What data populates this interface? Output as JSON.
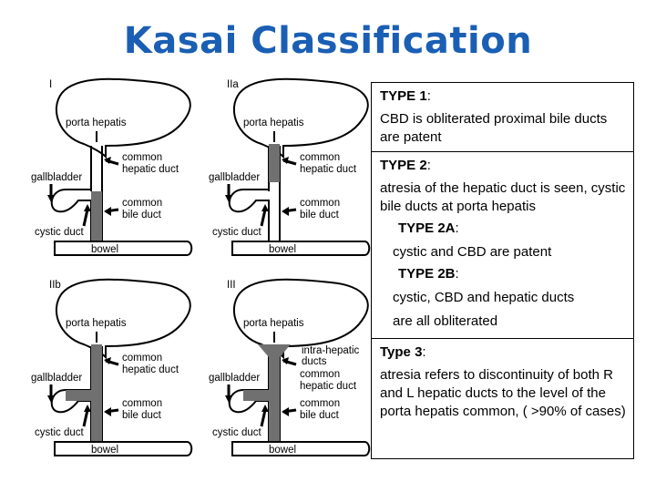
{
  "slide": {
    "title": "Kasai Classification"
  },
  "diagrams": {
    "labels": {
      "porta_hepatis": "porta hepatis",
      "common": "common",
      "hepatic_duct": "hepatic duct",
      "gallbladder": "gallbladder",
      "bile_duct": "bile duct",
      "cystic_duct": "cystic duct",
      "bowel": "bowel",
      "intra_hepatic": "intra-hepatic",
      "ducts": "ducts"
    },
    "types": [
      {
        "label": "I"
      },
      {
        "label": "IIa"
      },
      {
        "label": "IIb"
      },
      {
        "label": "III"
      }
    ]
  },
  "table": {
    "type1": {
      "heading": "TYPE 1",
      "colon": ":",
      "text": "CBD is obliterated proximal bile ducts are patent"
    },
    "type2": {
      "heading": "TYPE 2",
      "colon": ":",
      "text": "atresia of the hepatic duct is seen, cystic bile ducts at porta hepatis",
      "sub_a_heading": "TYPE 2A",
      "sub_a_colon": ":",
      "sub_a_text": "cystic and CBD are patent",
      "sub_b_heading": "TYPE 2B",
      "sub_b_colon": ":",
      "sub_b_text_1": "cystic, CBD and hepatic ducts",
      "sub_b_text_2": "are all obliterated"
    },
    "type3": {
      "heading": "Type 3",
      "colon": ":",
      "text": "atresia refers to discontinuity of both R and L hepatic ducts to the level of the porta hepatis common, ( >90% of cases)"
    }
  }
}
